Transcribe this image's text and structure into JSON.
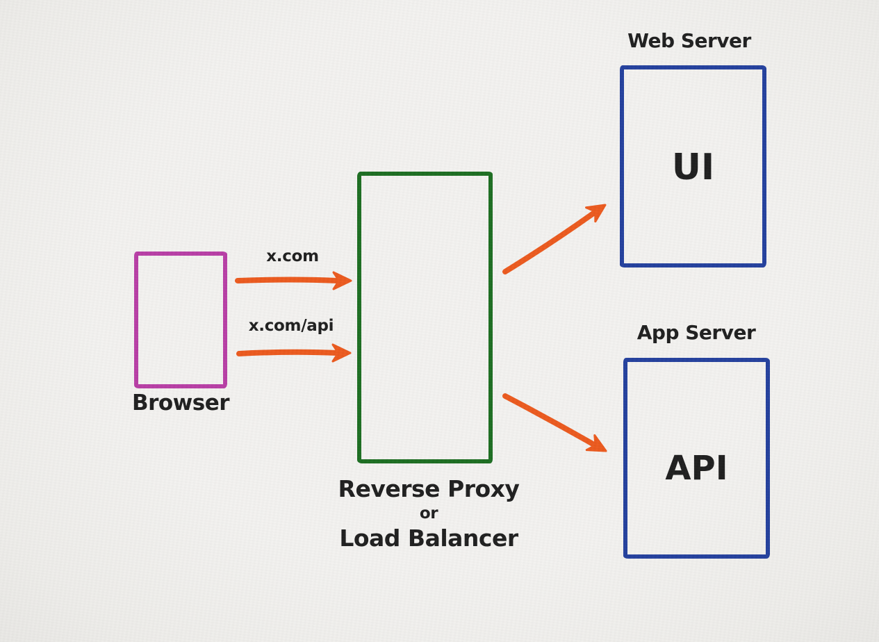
{
  "colors": {
    "background": "#f2f1ee",
    "text": "#1f1f1f",
    "browser_border": "#b83fa6",
    "proxy_border": "#1d6e22",
    "server_border": "#24419e",
    "arrow": "#ec5a1e"
  },
  "nodes": {
    "browser": {
      "label": "Browser"
    },
    "proxy": {
      "line1": "Reverse Proxy",
      "line2": "or",
      "line3": "Load Balancer"
    },
    "web_server": {
      "title": "Web Server",
      "content": "UI"
    },
    "app_server": {
      "title": "App Server",
      "content": "API"
    }
  },
  "edges": {
    "xcom": {
      "label": "x.com"
    },
    "xcom_api": {
      "label": "x.com/api"
    }
  }
}
